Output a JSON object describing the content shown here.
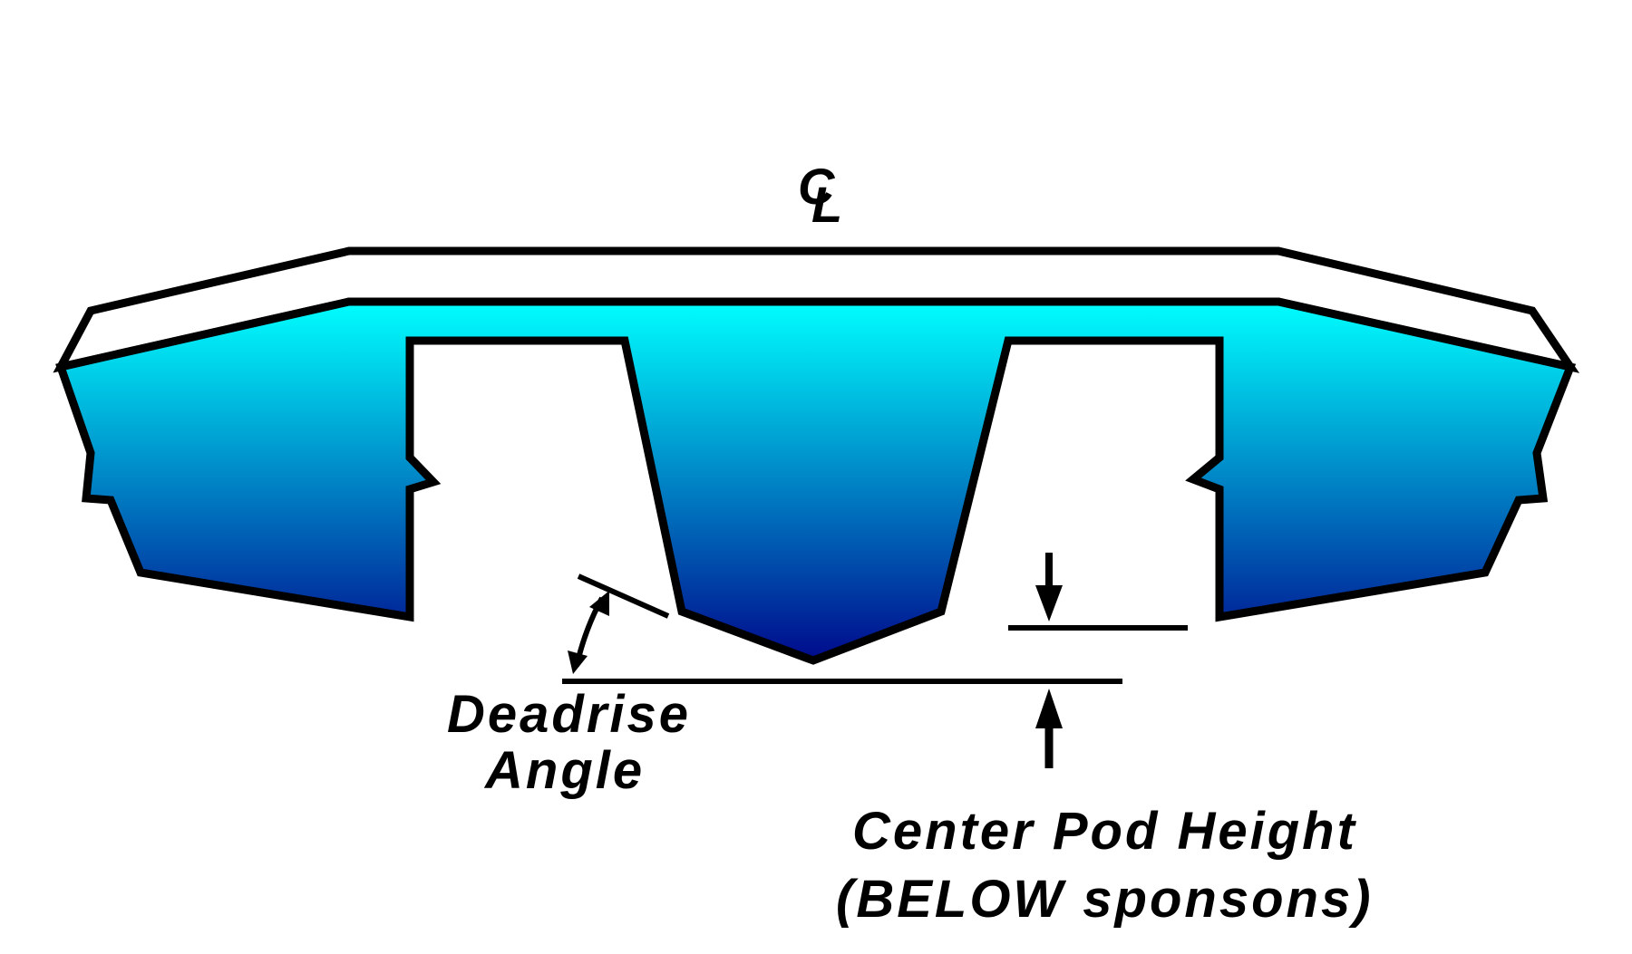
{
  "diagram": {
    "centerline_label_top": "C",
    "centerline_label_bottom": "L",
    "deadrise": {
      "line1": "Deadrise",
      "line2": "Angle"
    },
    "center_pod": {
      "line1": "Center Pod Height",
      "line2": "(BELOW sponsons)"
    }
  },
  "colors": {
    "hull_top": "#00FFFF",
    "hull_bottom": "#000A8C",
    "outline": "#000000",
    "deck": "#FFFFFF",
    "background": "#FFFFFF"
  }
}
